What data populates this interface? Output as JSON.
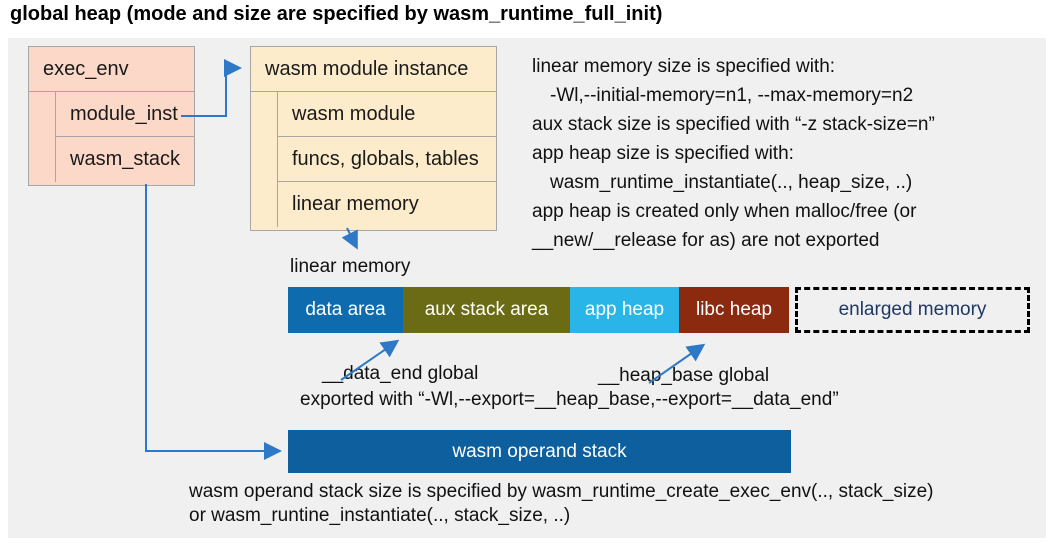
{
  "title": "global heap (mode and size are specified by wasm_runtime_full_init)",
  "exec_env": {
    "header": "exec_env",
    "rows": [
      "module_inst",
      "wasm_stack"
    ]
  },
  "module_instance": {
    "header": "wasm module instance",
    "rows": [
      "wasm module",
      "funcs, globals, tables",
      "linear memory"
    ]
  },
  "notes_right": {
    "lines": [
      "linear memory size is specified with:",
      "-Wl,--initial-memory=n1, --max-memory=n2",
      "aux stack size is specified with “-z stack-size=n”",
      "app heap size is specified with:",
      "wasm_runtime_instantiate(.., heap_size, ..)",
      "app heap is created only when malloc/free (or",
      "__new/__release for as) are not exported"
    ]
  },
  "linear_memory": {
    "label": "linear memory",
    "segments": [
      {
        "label": "data area",
        "color": "#0e6bae"
      },
      {
        "label": "aux stack area",
        "color": "#6a6b14"
      },
      {
        "label": "app heap",
        "color": "#29b5e8"
      },
      {
        "label": "libc heap",
        "color": "#8b2a0f"
      },
      {
        "label": "enlarged memory",
        "color": "#f0f0f0",
        "border": "dashed",
        "text_color": "#1f3864"
      }
    ]
  },
  "globals": {
    "data_end_label": "__data_end global",
    "heap_base_label": "__heap_base global",
    "exported_line": "exported with “-Wl,--export=__heap_base,--export=__data_end”"
  },
  "operand_stack": {
    "label": "wasm operand stack"
  },
  "notes_bottom": {
    "lines": [
      "wasm operand stack size is specified by wasm_runtime_create_exec_env(.., stack_size)",
      "or wasm_runtine_instantiate(.., stack_size, ..)"
    ]
  },
  "colors": {
    "panel_bg": "#f0f0f0",
    "box_border": "#a6a6a6",
    "exec_env_fill": "#fbd8c7",
    "module_instance_fill": "#fdeccb",
    "arrow": "#2e78c8",
    "operand_stack_fill": "#0d5f9e",
    "enlarged_memory_text": "#1f3864"
  }
}
